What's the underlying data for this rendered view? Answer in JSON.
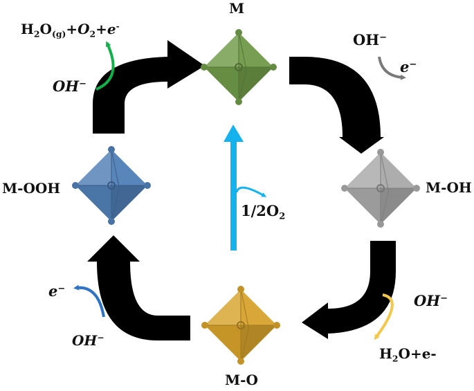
{
  "species": {
    "m": {
      "label": "M",
      "color": "#6f9a48"
    },
    "moh": {
      "label": "M-OH",
      "color": "#a9a9a9"
    },
    "mo": {
      "label": "M-O",
      "color": "#d7a22c"
    },
    "mooh": {
      "label": "M-OOH",
      "color": "#4f7fb6"
    }
  },
  "steps": {
    "step1": {
      "reactant": "OH",
      "reactant_sup": "−",
      "product": "e",
      "product_sup": "−",
      "arrow_color": "#7a7a7a"
    },
    "step2": {
      "reactant": "OH",
      "reactant_sup": "−",
      "product": "H",
      "product_sub": "2",
      "product_tail": "O+e-",
      "arrow_color": "#f1c84b"
    },
    "step3": {
      "reactant": "OH",
      "reactant_sup": "−",
      "product": "e",
      "product_sup": "−",
      "arrow_color": "#2f73c4"
    },
    "step4": {
      "reactant": "OH",
      "reactant_sup": "−",
      "product_h": "H",
      "product_h_sub": "2",
      "product_o": "O",
      "product_g": "(g)",
      "product_plus1": "+",
      "product_o2": "O",
      "product_o2_sub": "2",
      "product_plus2": "+",
      "product_e": "e",
      "product_e_sup": "-",
      "arrow_color": "#11b04a"
    }
  },
  "center": {
    "label_a": "1/2O",
    "label_sub": "2",
    "arrow_color": "#15b2ee"
  }
}
